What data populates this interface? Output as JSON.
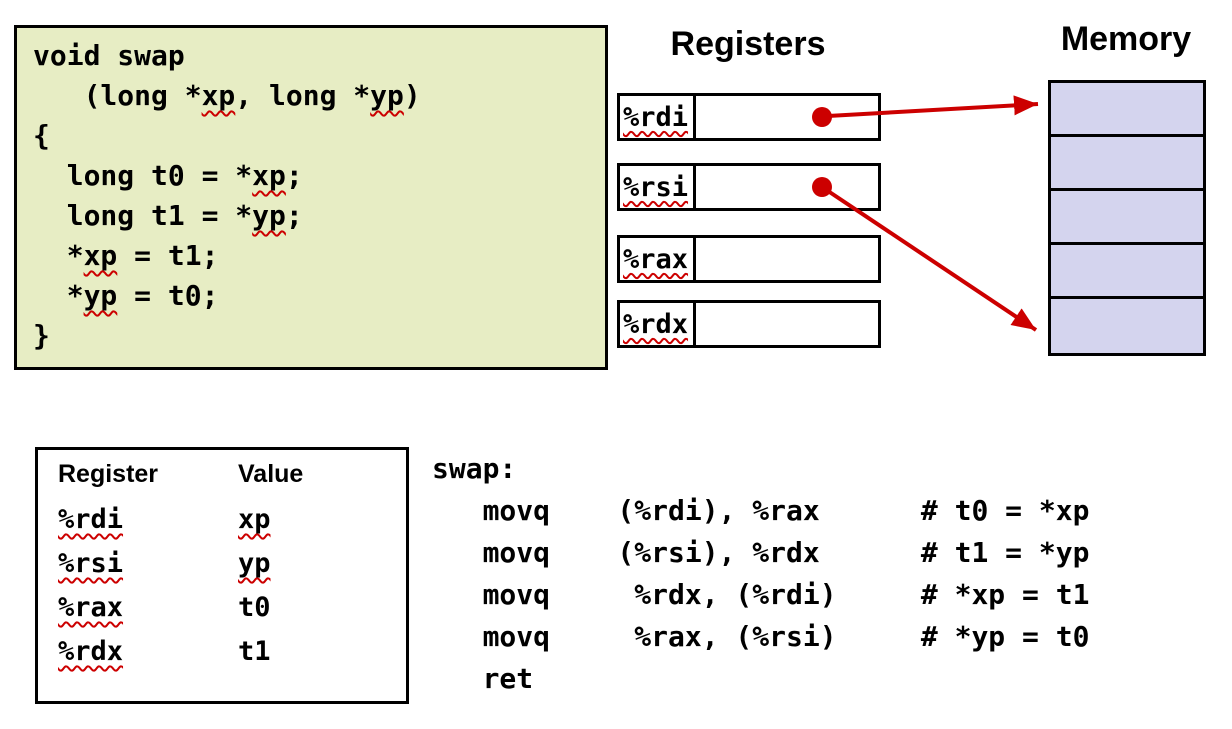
{
  "colors": {
    "code_bg": "#e7edc4",
    "memory_cell": "#d4d4ee",
    "arrow": "#cc0000"
  },
  "c_code": {
    "lines": [
      [
        {
          "t": "void swap",
          "sq": false
        }
      ],
      [
        {
          "t": "   (long *",
          "sq": false
        },
        {
          "t": "xp",
          "sq": true
        },
        {
          "t": ", long *",
          "sq": false
        },
        {
          "t": "yp",
          "sq": true
        },
        {
          "t": ")",
          "sq": false
        }
      ],
      [
        {
          "t": "{",
          "sq": false
        }
      ],
      [
        {
          "t": "  long t0 = *",
          "sq": false
        },
        {
          "t": "xp",
          "sq": true
        },
        {
          "t": ";",
          "sq": false
        }
      ],
      [
        {
          "t": "  long t1 = *",
          "sq": false
        },
        {
          "t": "yp",
          "sq": true
        },
        {
          "t": ";",
          "sq": false
        }
      ],
      [
        {
          "t": "  *",
          "sq": false
        },
        {
          "t": "xp",
          "sq": true
        },
        {
          "t": " = t1;",
          "sq": false
        }
      ],
      [
        {
          "t": "  *",
          "sq": false
        },
        {
          "t": "yp",
          "sq": true
        },
        {
          "t": " = t0;",
          "sq": false
        }
      ],
      [
        {
          "t": "}",
          "sq": false
        }
      ]
    ]
  },
  "registers_panel": {
    "title": "Registers",
    "registers": [
      {
        "name": "%rdi",
        "points_to_memory": true
      },
      {
        "name": "%rsi",
        "points_to_memory": true
      },
      {
        "name": "%rax",
        "points_to_memory": false
      },
      {
        "name": "%rdx",
        "points_to_memory": false
      }
    ]
  },
  "memory_panel": {
    "title": "Memory",
    "cell_count": 5
  },
  "register_table": {
    "headers": [
      "Register",
      "Value"
    ],
    "rows": [
      {
        "register": "%rdi",
        "value": "xp"
      },
      {
        "register": "%rsi",
        "value": "yp"
      },
      {
        "register": "%rax",
        "value": "t0"
      },
      {
        "register": "%rdx",
        "value": "t1"
      }
    ]
  },
  "assembly": {
    "lines": [
      "swap:",
      "   movq    (%rdi), %rax      # t0 = *xp",
      "   movq    (%rsi), %rdx      # t1 = *yp",
      "   movq     %rdx, (%rdi)     # *xp = t1",
      "   movq     %rax, (%rsi)     # *yp = t0",
      "   ret"
    ]
  }
}
